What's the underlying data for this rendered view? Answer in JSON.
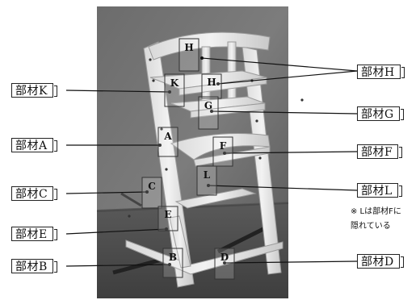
{
  "callouts": {
    "a": "部材A",
    "b": "部材B",
    "c": "部材C",
    "d": "部材D",
    "e": "部材E",
    "f": "部材F",
    "g": "部材G",
    "h": "部材H",
    "k": "部材K",
    "l": "部材L"
  },
  "photo_tags": {
    "h_back": "H",
    "k": "K",
    "h_front": "H",
    "g": "G",
    "a": "A",
    "f": "F",
    "l": "L",
    "c": "C",
    "e": "E",
    "b": "B",
    "d": "D"
  },
  "note": {
    "line1": "※ Lは部材Fに",
    "line2": "隠れている"
  }
}
